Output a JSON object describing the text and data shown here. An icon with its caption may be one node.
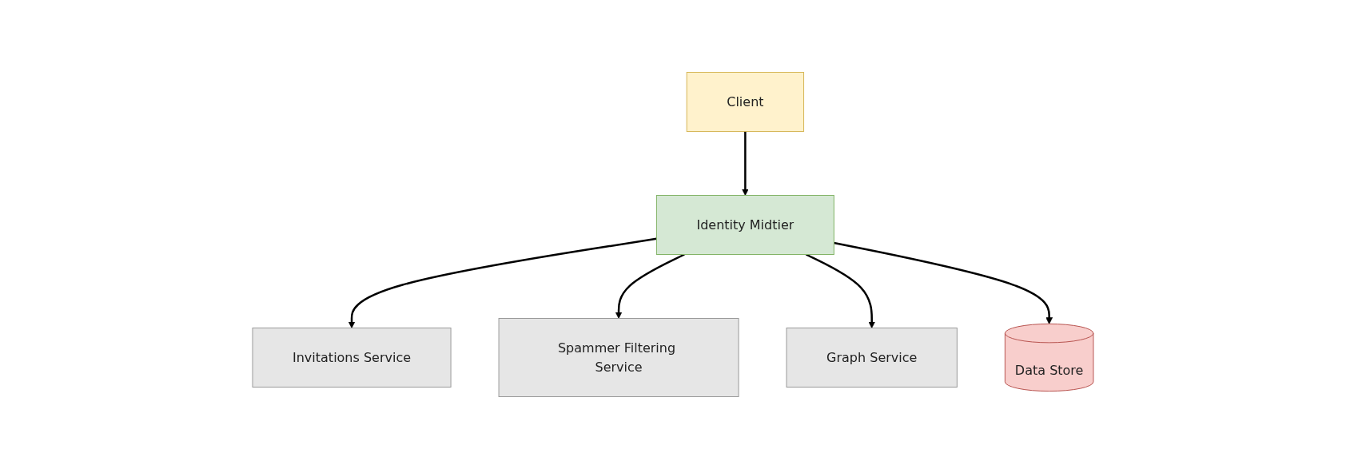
{
  "diagram": {
    "nodes": [
      {
        "text": [
          "Client"
        ]
      },
      {
        "text": [
          "Identity Midtier"
        ]
      },
      {
        "text": [
          "Invitations Service"
        ]
      },
      {
        "text": [
          "Spammer Filtering Service"
        ]
      },
      {
        "text": [
          "Graph Service"
        ]
      },
      {
        "text": [
          "Data Store"
        ]
      }
    ],
    "edges": [
      {
        "from": 0,
        "to": 1,
        "arrow": "to"
      },
      {
        "from": 1,
        "to": 2,
        "arrow": "to"
      },
      {
        "from": 1,
        "to": 3,
        "arrow": "to"
      },
      {
        "from": 1,
        "to": 4,
        "arrow": "to"
      },
      {
        "from": 1,
        "to": 5,
        "arrow": "to"
      }
    ]
  }
}
